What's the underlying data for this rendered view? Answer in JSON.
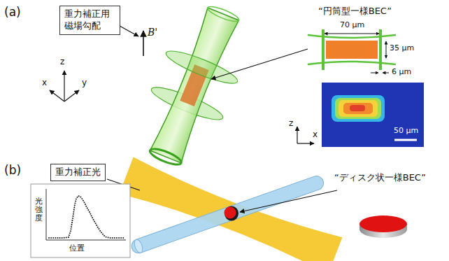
{
  "diagram": {
    "nodes": [
      {
        "text": [
          "重力補正用 磁場勾配"
        ]
      },
      {
        "text": [
          "重力補正光"
        ]
      }
    ],
    "labels": [
      "(a)",
      "B'",
      "z",
      "x",
      "y",
      "“円筒型一様BEC”",
      "70 μm",
      "35 μm",
      "6 μm",
      "z",
      "x",
      "50 μm",
      "(b)",
      "光強度",
      "位置",
      "“ディスク状一様BEC”"
    ]
  }
}
